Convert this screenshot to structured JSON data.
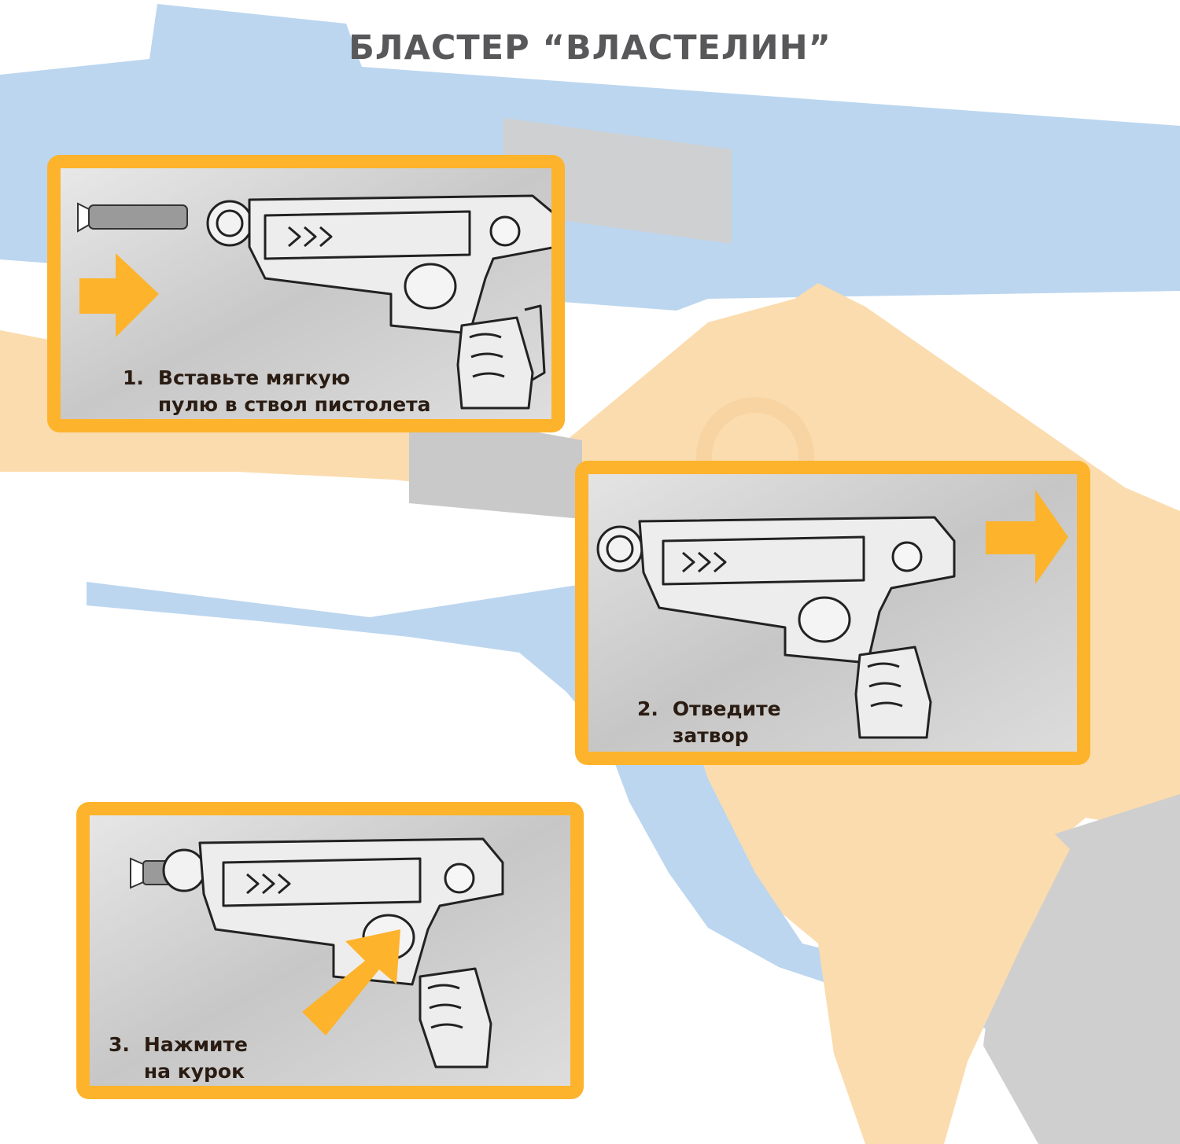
{
  "page": {
    "title": "БЛАСТЕР “ВЛАСТЕЛИН”"
  },
  "colors": {
    "accent_orange": "#fdb32b",
    "bg_blue": "#b8d4ee",
    "bg_orange": "#fbdcae",
    "bg_gray": "#d2d2d2",
    "title_gray": "#58585a",
    "text_dark": "#2a1c12"
  },
  "steps": [
    {
      "number": "1.",
      "line1": "Вставьте мягкую",
      "line2": "пулю в ствол пистолета",
      "icons": [
        "dart-icon",
        "arrow-right-icon",
        "blaster-icon"
      ]
    },
    {
      "number": "2.",
      "line1": "Отведите",
      "line2": "затвор",
      "icons": [
        "blaster-icon",
        "arrow-right-icon"
      ]
    },
    {
      "number": "3.",
      "line1": "Нажмите",
      "line2": "на курок",
      "icons": [
        "blaster-icon",
        "dart-icon",
        "arrow-diagonal-icon"
      ]
    }
  ]
}
